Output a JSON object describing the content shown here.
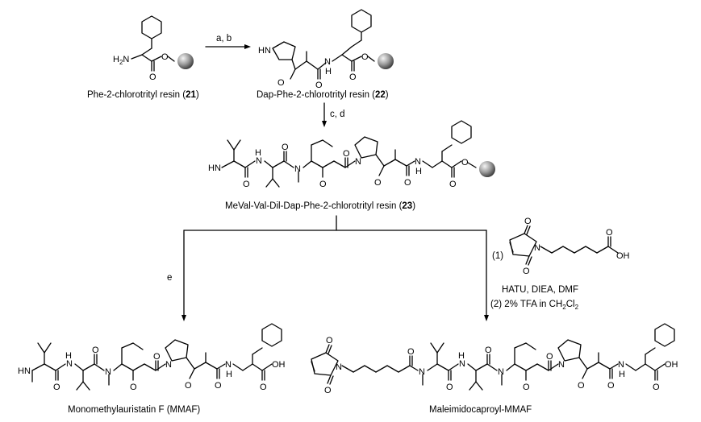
{
  "compounds": {
    "c21": {
      "name": "Phe-2-chlorotrityl resin (",
      "number": "21",
      "close": ")"
    },
    "c22": {
      "name": "Dap-Phe-2-chlorotrityl resin (",
      "number": "22",
      "close": ")"
    },
    "c23": {
      "name": "MeVal-Val-Dil-Dap-Phe-2-chlorotrityl resin (",
      "number": "23",
      "close": ")"
    },
    "mmaf": {
      "name": "Monomethylauristatin F (MMAF)"
    },
    "mcmmaf": {
      "name": "Maleimidocaproyl-MMAF"
    }
  },
  "steps": {
    "ab": "a, b",
    "cd": "c, d",
    "e": "e",
    "r1_index": "(1)",
    "r1_conditions": "HATU, DIEA, DMF",
    "r2_prefix": "(2) 2% TFA in CH",
    "r2_sub1": "2",
    "r2_mid": "Cl",
    "r2_sub2": "2"
  },
  "atoms": {
    "H2N": "H",
    "H2N_sub": "2",
    "H2N_N": "N",
    "O": "O",
    "HN": "HN",
    "N": "N",
    "H": "H",
    "OH": "OH"
  }
}
